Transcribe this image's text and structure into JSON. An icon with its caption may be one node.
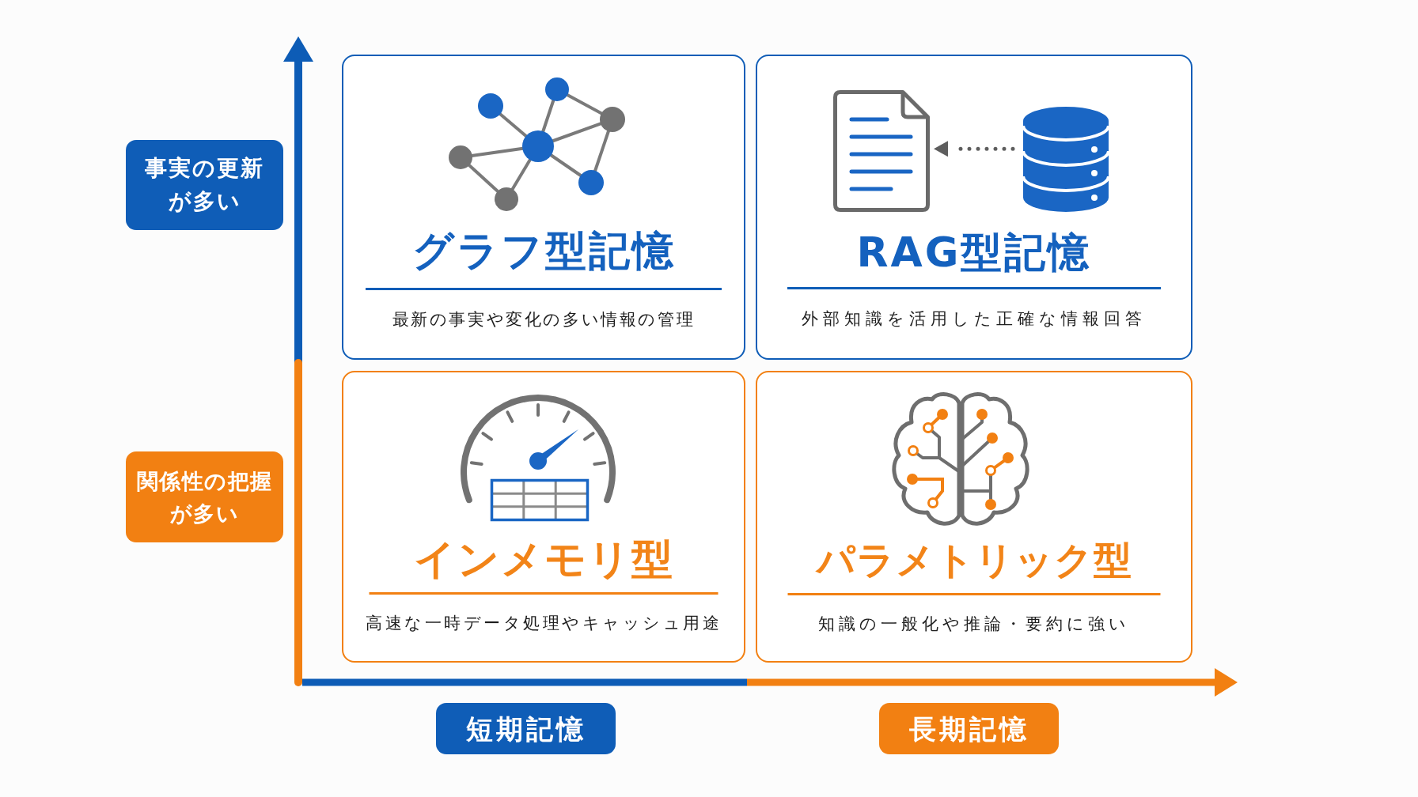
{
  "diagram": {
    "nodes": [
      {
        "text": [
          "事実の更新が多い"
        ]
      },
      {
        "text": [
          "グラフ型記憶",
          "最新の事実や変化の多い情報の管理"
        ]
      },
      {
        "text": [
          "RAG型記憶",
          "外部知識を活用した正確な情報回答"
        ]
      },
      {
        "text": [],
        "shape": "document",
        "in": 2
      },
      {
        "text": [],
        "shape": "cylinder",
        "in": 2
      },
      {
        "text": [
          "関係性の把握が多い"
        ]
      },
      {
        "text": [
          "インメモリ型",
          "高速な一時データ処理やキャッシュ用途"
        ]
      },
      {
        "text": [
          "パラメトリック型",
          "知識の一般化や推論・要約に強い"
        ]
      },
      {
        "text": [
          "短期記憶"
        ]
      },
      {
        "text": [
          "長期記憶"
        ]
      }
    ],
    "edges": [
      {
        "from": 4,
        "to": 3,
        "arrow": "to",
        "style": "dashed"
      }
    ]
  }
}
